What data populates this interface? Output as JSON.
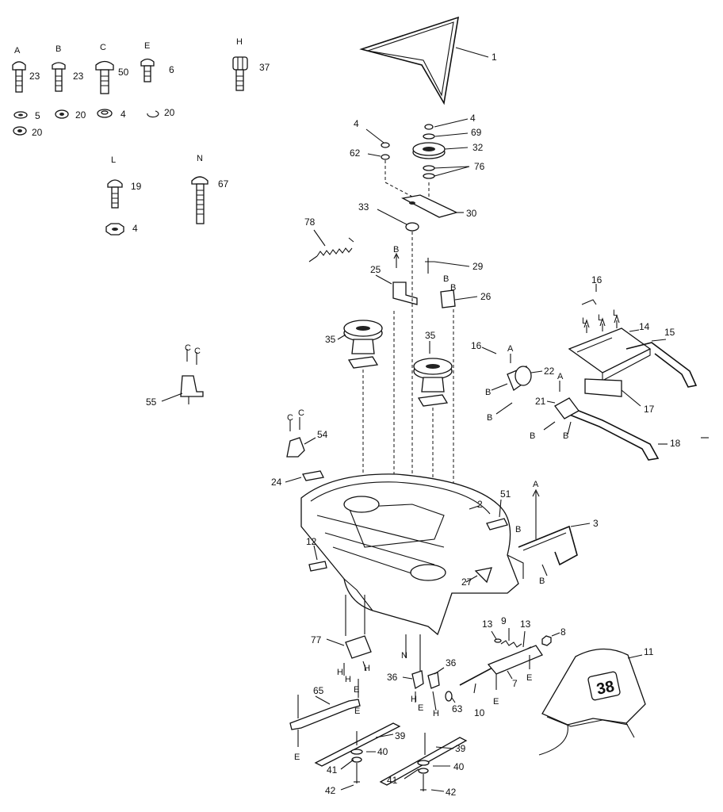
{
  "fastener_key": {
    "A": "A",
    "B": "B",
    "C": "C",
    "E": "E",
    "H": "H",
    "L": "L",
    "N": "N",
    "qA": "23",
    "qB": "23",
    "qC": "50",
    "qE": "6",
    "qH": "37",
    "qL": "19",
    "qN": "67",
    "w5": "5",
    "w20a": "20",
    "w4a": "4",
    "w20b": "20",
    "w20c": "20",
    "w4b": "4"
  },
  "callouts": {
    "p1": "1",
    "p4a": "4",
    "p4b": "4",
    "p69": "69",
    "p32": "32",
    "p62": "62",
    "p76": "76",
    "p33": "33",
    "p30": "30",
    "p78": "78",
    "p29": "29",
    "p25": "25",
    "p26": "26",
    "p16a": "16",
    "p16b": "16",
    "p14": "14",
    "p15": "15",
    "p35a": "35",
    "p35b": "35",
    "p22": "22",
    "p21": "21",
    "p17": "17",
    "p18": "18",
    "p55": "55",
    "p54": "54",
    "p24": "24",
    "p2": "2",
    "p51": "51",
    "p3": "3",
    "p12": "12",
    "p27": "27",
    "p13a": "13",
    "p9": "9",
    "p13b": "13",
    "p8": "8",
    "p11": "11",
    "p77": "77",
    "p36a": "36",
    "p36b": "36",
    "p63": "63",
    "p10": "10",
    "p7": "7",
    "p65": "65",
    "p39a": "39",
    "p39b": "39",
    "p40a": "40",
    "p40b": "40",
    "p41a": "41",
    "p41b": "41",
    "p42a": "42",
    "p42b": "42"
  },
  "markers": {
    "B": "B",
    "C": "C",
    "A": "A",
    "E": "E",
    "H": "H",
    "L": "L",
    "N": "N"
  },
  "chute_badge": "38"
}
